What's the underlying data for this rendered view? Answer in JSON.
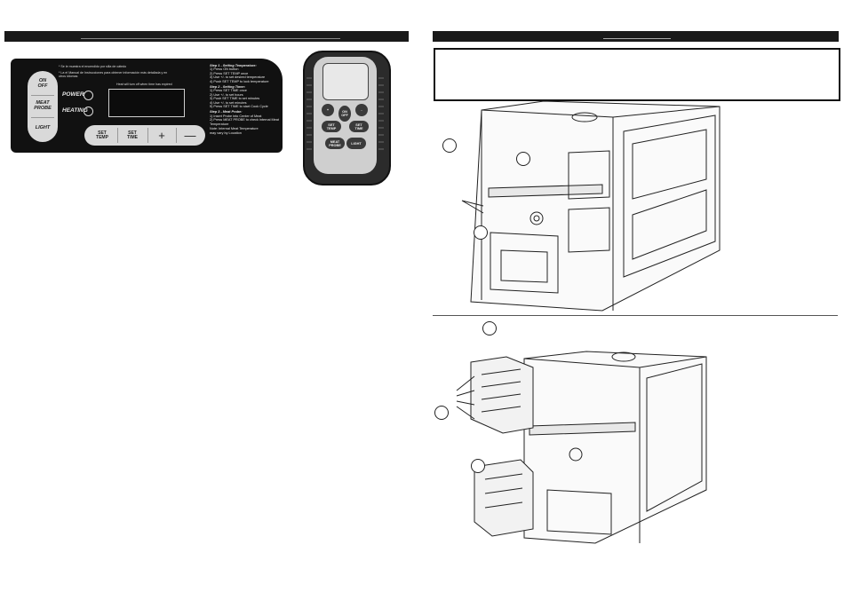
{
  "control_panel": {
    "buttons": {
      "on_off": "ON\nOFF",
      "meat_probe": "MEAT\nPROBE",
      "light": "LIGHT",
      "set_temp": "SET\nTEMP",
      "set_time": "SET\nTIME",
      "plus": "+",
      "minus": "—"
    },
    "indicators": {
      "power": "POWER",
      "heating": "HEATING"
    },
    "note_1": "* Se le muestra el encendido por silla de cátedo",
    "note_2": "* La el Manual de Instrucciones para obtener información más detallada y en otros idiomas",
    "display_caption": "Heat will turn off when time has expired",
    "steps": {
      "step1_title": "Step 1 - Setting Temperature:",
      "step1_lines": [
        "1) Press ON button",
        "2) Press SET TEMP once",
        "3) Use +/- to set desired temperature",
        "4) Push SET TEMP to lock temperature"
      ],
      "step2_title": "Step 2 - Setting Timer:",
      "step2_lines": [
        "1) Press SET TIME once",
        "2) Use +/- to set hours",
        "3) Push SET TIME to set minutes",
        "4) Use +/- to set minutes",
        "5) Press SET TIME to start Cook Cycle"
      ],
      "step3_title": "Step 3 - Meat Probe:",
      "step3_lines": [
        "1) Insert Probe into Center of Meat",
        "2) Press MEAT PROBE to check internal Meat Temperature"
      ],
      "note_lines": [
        "Note: Internal Meat Temperature",
        "may vary by Location"
      ]
    }
  },
  "remote": {
    "minus_top": "-",
    "plus_top": "+",
    "on_off": "ON\nOFF",
    "set_temp": "SET\nTEMP",
    "set_time": "SET\nTIME",
    "meat_probe": "MEAT\nPROBE",
    "light": "LIGHT"
  }
}
